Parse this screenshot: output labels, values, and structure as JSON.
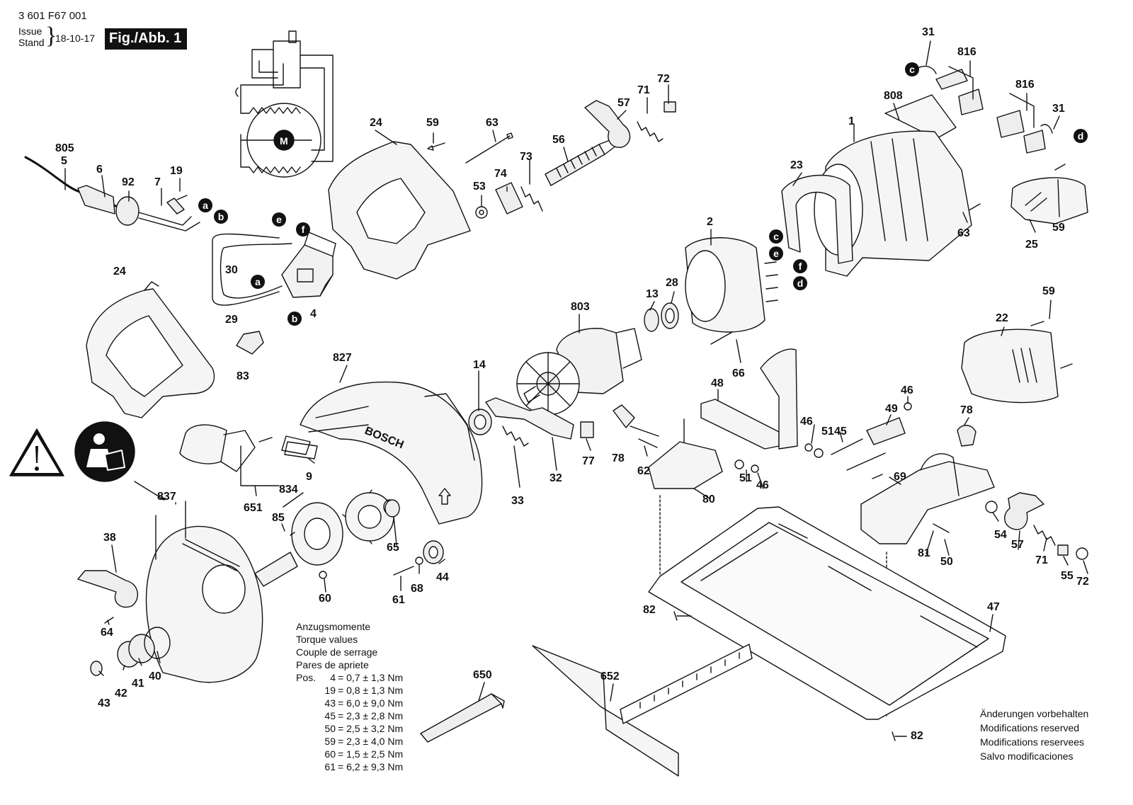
{
  "header": {
    "code": "3 601 F67 001",
    "issue_line1": "Issue",
    "issue_line2": "Stand",
    "date": "18-10-17",
    "figure_label": "Fig./Abb. 1"
  },
  "blade_guard_brand": "BOSCH",
  "callouts": [
    {
      "id": "805",
      "text": "805"
    },
    {
      "id": "5",
      "text": "5"
    },
    {
      "id": "6",
      "text": "6"
    },
    {
      "id": "92",
      "text": "92"
    },
    {
      "id": "7",
      "text": "7"
    },
    {
      "id": "19",
      "text": "19"
    },
    {
      "id": "30",
      "text": "30"
    },
    {
      "id": "29",
      "text": "29"
    },
    {
      "id": "4",
      "text": "4"
    },
    {
      "id": "83",
      "text": "83"
    },
    {
      "id": "24a",
      "text": "24"
    },
    {
      "id": "24b",
      "text": "24"
    },
    {
      "id": "59a",
      "text": "59"
    },
    {
      "id": "63a",
      "text": "63"
    },
    {
      "id": "53",
      "text": "53"
    },
    {
      "id": "74",
      "text": "74"
    },
    {
      "id": "73",
      "text": "73"
    },
    {
      "id": "56",
      "text": "56"
    },
    {
      "id": "57a",
      "text": "57"
    },
    {
      "id": "71a",
      "text": "71"
    },
    {
      "id": "72a",
      "text": "72"
    },
    {
      "id": "31a",
      "text": "31"
    },
    {
      "id": "816a",
      "text": "816"
    },
    {
      "id": "808",
      "text": "808"
    },
    {
      "id": "816b",
      "text": "816"
    },
    {
      "id": "31b",
      "text": "31"
    },
    {
      "id": "1",
      "text": "1"
    },
    {
      "id": "23",
      "text": "23"
    },
    {
      "id": "63b",
      "text": "63"
    },
    {
      "id": "59b",
      "text": "59"
    },
    {
      "id": "25",
      "text": "25"
    },
    {
      "id": "2",
      "text": "2"
    },
    {
      "id": "13",
      "text": "13"
    },
    {
      "id": "28",
      "text": "28"
    },
    {
      "id": "803",
      "text": "803"
    },
    {
      "id": "66",
      "text": "66"
    },
    {
      "id": "59c",
      "text": "59"
    },
    {
      "id": "22",
      "text": "22"
    },
    {
      "id": "827",
      "text": "827"
    },
    {
      "id": "14",
      "text": "14"
    },
    {
      "id": "48",
      "text": "48"
    },
    {
      "id": "46a",
      "text": "46"
    },
    {
      "id": "78a",
      "text": "78"
    },
    {
      "id": "46b",
      "text": "46"
    },
    {
      "id": "51a",
      "text": "51"
    },
    {
      "id": "45",
      "text": "45"
    },
    {
      "id": "49",
      "text": "49"
    },
    {
      "id": "78b",
      "text": "78"
    },
    {
      "id": "77",
      "text": "77"
    },
    {
      "id": "32",
      "text": "32"
    },
    {
      "id": "33",
      "text": "33"
    },
    {
      "id": "62",
      "text": "62"
    },
    {
      "id": "51b",
      "text": "51"
    },
    {
      "id": "46c",
      "text": "46"
    },
    {
      "id": "80",
      "text": "80"
    },
    {
      "id": "69",
      "text": "69"
    },
    {
      "id": "9",
      "text": "9"
    },
    {
      "id": "651",
      "text": "651"
    },
    {
      "id": "837",
      "text": "837"
    },
    {
      "id": "834",
      "text": "834"
    },
    {
      "id": "85",
      "text": "85"
    },
    {
      "id": "65",
      "text": "65"
    },
    {
      "id": "44",
      "text": "44"
    },
    {
      "id": "68",
      "text": "68"
    },
    {
      "id": "61",
      "text": "61"
    },
    {
      "id": "60",
      "text": "60"
    },
    {
      "id": "38",
      "text": "38"
    },
    {
      "id": "64",
      "text": "64"
    },
    {
      "id": "40",
      "text": "40"
    },
    {
      "id": "41",
      "text": "41"
    },
    {
      "id": "42",
      "text": "42"
    },
    {
      "id": "43",
      "text": "43"
    },
    {
      "id": "54",
      "text": "54"
    },
    {
      "id": "57b",
      "text": "57"
    },
    {
      "id": "71b",
      "text": "71"
    },
    {
      "id": "55",
      "text": "55"
    },
    {
      "id": "72b",
      "text": "72"
    },
    {
      "id": "81",
      "text": "81"
    },
    {
      "id": "50",
      "text": "50"
    },
    {
      "id": "82a",
      "text": "82"
    },
    {
      "id": "82b",
      "text": "82"
    },
    {
      "id": "47",
      "text": "47"
    },
    {
      "id": "650",
      "text": "650"
    },
    {
      "id": "652",
      "text": "652"
    }
  ],
  "connectors": [
    {
      "id": "a1",
      "text": "a"
    },
    {
      "id": "b1",
      "text": "b"
    },
    {
      "id": "e1",
      "text": "e"
    },
    {
      "id": "f1",
      "text": "f"
    },
    {
      "id": "a2",
      "text": "a"
    },
    {
      "id": "b2",
      "text": "b"
    },
    {
      "id": "c1",
      "text": "c"
    },
    {
      "id": "d1",
      "text": "d"
    },
    {
      "id": "c2",
      "text": "c"
    },
    {
      "id": "e2",
      "text": "e"
    },
    {
      "id": "f2",
      "text": "f"
    },
    {
      "id": "d2",
      "text": "d"
    }
  ],
  "torque": {
    "lines": [
      "Anzugsmomente",
      "Torque values",
      "Couple de serrage",
      "Pares de apriete"
    ],
    "pos_label": "Pos.",
    "rows": [
      {
        "pos": "4",
        "value": "= 0,7 ± 1,3 Nm"
      },
      {
        "pos": "19",
        "value": "= 0,8 ± 1,3 Nm"
      },
      {
        "pos": "43",
        "value": "= 6,0 ± 9,0 Nm"
      },
      {
        "pos": "45",
        "value": "= 2,3 ± 2,8 Nm"
      },
      {
        "pos": "50",
        "value": "= 2,5 ± 3,2 Nm"
      },
      {
        "pos": "59",
        "value": "= 2,3 ± 4,0 Nm"
      },
      {
        "pos": "60",
        "value": "= 1,5 ± 2,5 Nm"
      },
      {
        "pos": "61",
        "value": "= 6,2 ± 9,3 Nm"
      }
    ]
  },
  "modifications": [
    "Änderungen vorbehalten",
    "Modifications reserved",
    "Modifications reservees",
    "Salvo modificaciones"
  ],
  "icons": [
    "warning-triangle-icon",
    "read-manual-icon",
    "motor-circuit-icon"
  ]
}
